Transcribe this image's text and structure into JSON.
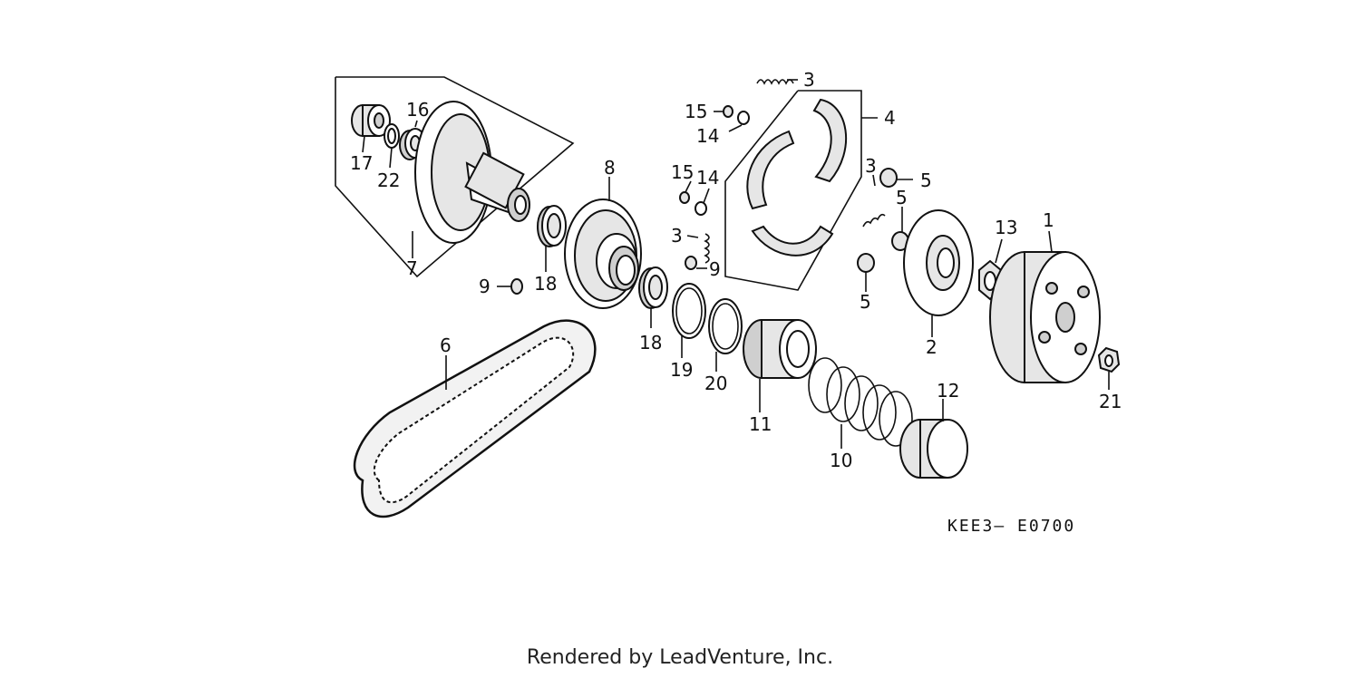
{
  "diagram": {
    "callouts": [
      {
        "id": "c17",
        "text": "17"
      },
      {
        "id": "c22",
        "text": "22"
      },
      {
        "id": "c16",
        "text": "16"
      },
      {
        "id": "c7",
        "text": "7"
      },
      {
        "id": "c9a",
        "text": "9"
      },
      {
        "id": "c18a",
        "text": "18"
      },
      {
        "id": "c8",
        "text": "8"
      },
      {
        "id": "c18b",
        "text": "18"
      },
      {
        "id": "c19",
        "text": "19"
      },
      {
        "id": "c20",
        "text": "20"
      },
      {
        "id": "c6",
        "text": "6"
      },
      {
        "id": "c3a",
        "text": "3"
      },
      {
        "id": "c15a",
        "text": "15"
      },
      {
        "id": "c14a",
        "text": "14"
      },
      {
        "id": "c4",
        "text": "4"
      },
      {
        "id": "c15b",
        "text": "15"
      },
      {
        "id": "c14b",
        "text": "14"
      },
      {
        "id": "c3b",
        "text": "3"
      },
      {
        "id": "c9b",
        "text": "9"
      },
      {
        "id": "c3c",
        "text": "3"
      },
      {
        "id": "c5a",
        "text": "5"
      },
      {
        "id": "c5b",
        "text": "5"
      },
      {
        "id": "c5c",
        "text": "5"
      },
      {
        "id": "c2",
        "text": "2"
      },
      {
        "id": "c13",
        "text": "13"
      },
      {
        "id": "c1",
        "text": "1"
      },
      {
        "id": "c21",
        "text": "21"
      },
      {
        "id": "c11",
        "text": "11"
      },
      {
        "id": "c10",
        "text": "10"
      },
      {
        "id": "c12",
        "text": "12"
      }
    ],
    "diagram_code": "KEE3— E0700"
  },
  "footer": {
    "credit": "Rendered by LeadVenture, Inc."
  }
}
